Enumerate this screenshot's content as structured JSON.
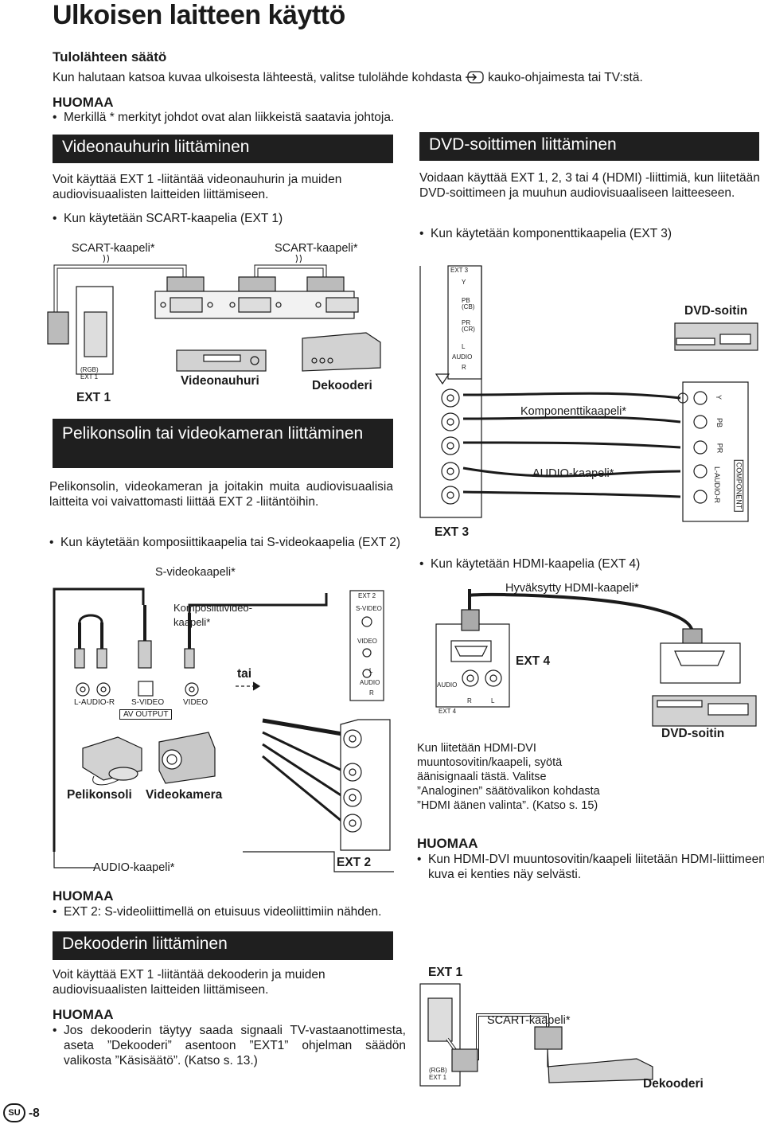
{
  "page": {
    "title": "Ulkoisen laitteen käyttö",
    "page_code": "SU",
    "page_number": "-8"
  },
  "input_source": {
    "heading": "Tulolähteen säätö",
    "text_before": "Kun halutaan katsoa kuvaa ulkoisesta lähteestä, valitse tulolähde kohdasta",
    "icon": "input-source-icon",
    "text_after": "kauko-ohjaimesta tai TV:stä.",
    "note_heading": "HUOMAA",
    "note": "Merkillä * merkityt johdot ovat alan liikkeistä saatavia johtoja."
  },
  "vcr": {
    "banner": "Videonauhurin liittäminen",
    "intro": "Voit käyttää EXT 1 -liitäntää videonauhurin ja muiden audiovisuaalisten laitteiden liittämiseen.",
    "bullet": "Kun käytetään SCART-kaapelia (EXT 1)",
    "cable_left": "SCART-kaapeli*",
    "cable_right": "SCART-kaapeli*",
    "port_caption": "(RGB)",
    "port_name": "EXT 1",
    "ext_label": "EXT 1",
    "device_vcr": "Videonauhuri",
    "device_decoder": "Dekooderi"
  },
  "dvd": {
    "banner": "DVD-soittimen liittäminen",
    "intro": "Voidaan käyttää EXT 1, 2, 3 tai 4 (HDMI) -liittimiä, kun liitetään DVD-soittimeen ja muuhun audiovisuaaliseen laitteeseen.",
    "bullet": "Kun käytetään komponenttikaapelia (EXT 3)",
    "panel_title": "EXT 3",
    "panel_y": "Y",
    "panel_pb": "PB",
    "panel_pb_sub": "(CB)",
    "panel_pr": "PR",
    "panel_pr_sub": "(CR)",
    "panel_l": "L",
    "panel_audio": "AUDIO",
    "panel_r": "R",
    "device": "DVD-soitin",
    "component_cable": "Komponenttikaapeli*",
    "audio_cable": "AUDIO-kaapeli*",
    "ext_label": "EXT 3",
    "out_y": "Y",
    "out_pb": "PB",
    "out_pr": "PR",
    "out_audio": "L-AUDIO-R",
    "out_component": "COMPONENT"
  },
  "hdmi": {
    "bullet": "Kun käytetään HDMI-kaapelia (EXT 4)",
    "cable": "Hyväksytty HDMI-kaapeli*",
    "ext_label": "EXT 4",
    "panel_audio": "AUDIO",
    "panel_r": "R",
    "panel_l": "L",
    "panel_name": "EXT 4",
    "device": "DVD-soitin",
    "dvi_text": "Kun liitetään HDMI-DVI muuntosovitin/kaapeli, syötä äänisignaali tästä. Valitse ”Analoginen” säätövalikon kohdasta ”HDMI äänen valinta”. (Katso s. 15)",
    "note_heading": "HUOMAA",
    "note": "Kun HDMI-DVI muuntosovitin/kaapeli liitetään HDMI-liittimeen, kuva ei kenties näy selvästi."
  },
  "console": {
    "banner": "Pelikonsolin tai videokameran liittäminen",
    "intro": "Pelikonsolin, videokameran ja joitakin muita audiovisuaalisia laitteita voi vaivattomasti liittää EXT 2 -liitäntöihin.",
    "bullet": "Kun käytetään komposiittikaapelia tai S-videokaapelia (EXT 2)",
    "svideo_cable": "S-videokaapeli*",
    "composite_cable_line1": "Komposiittivideo-",
    "composite_cable_line2": "kaapeli*",
    "or_label": "tai",
    "jack_audio": "L-AUDIO-R",
    "jack_svideo": "S-VIDEO",
    "jack_video": "VIDEO",
    "av_output": "AV OUTPUT",
    "device_console": "Pelikonsoli",
    "device_camera": "Videokamera",
    "audio_cable": "AUDIO-kaapeli*",
    "panel_title": "EXT 2",
    "panel_svideo": "S-VIDEO",
    "panel_video": "VIDEO",
    "panel_l": "L",
    "panel_audio": "AUDIO",
    "panel_r": "R",
    "ext_label": "EXT 2",
    "note_heading": "HUOMAA",
    "note": "EXT 2: S-videoliittimellä on etuisuus videoliittimiin nähden."
  },
  "decoder": {
    "banner": "Dekooderin liittäminen",
    "intro": "Voit käyttää EXT 1 -liitäntää dekooderin ja muiden audiovisuaalisten laitteiden liittämiseen.",
    "note_heading": "HUOMAA",
    "note": "Jos dekooderin täytyy saada signaali TV-vastaanottimesta, aseta ”Dekooderi” asentoon ”EXT1” ohjelman säädön valikosta ”Käsisäätö”. (Katso s. 13.)",
    "ext_label": "EXT 1",
    "cable": "SCART-kaapeli*",
    "port_caption": "(RGB)",
    "port_name": "EXT 1",
    "device": "Dekooderi"
  },
  "colors": {
    "banner_bg": "#1f1f1f",
    "text": "#1a1a1a",
    "device_grey": "#c8c8c8"
  }
}
